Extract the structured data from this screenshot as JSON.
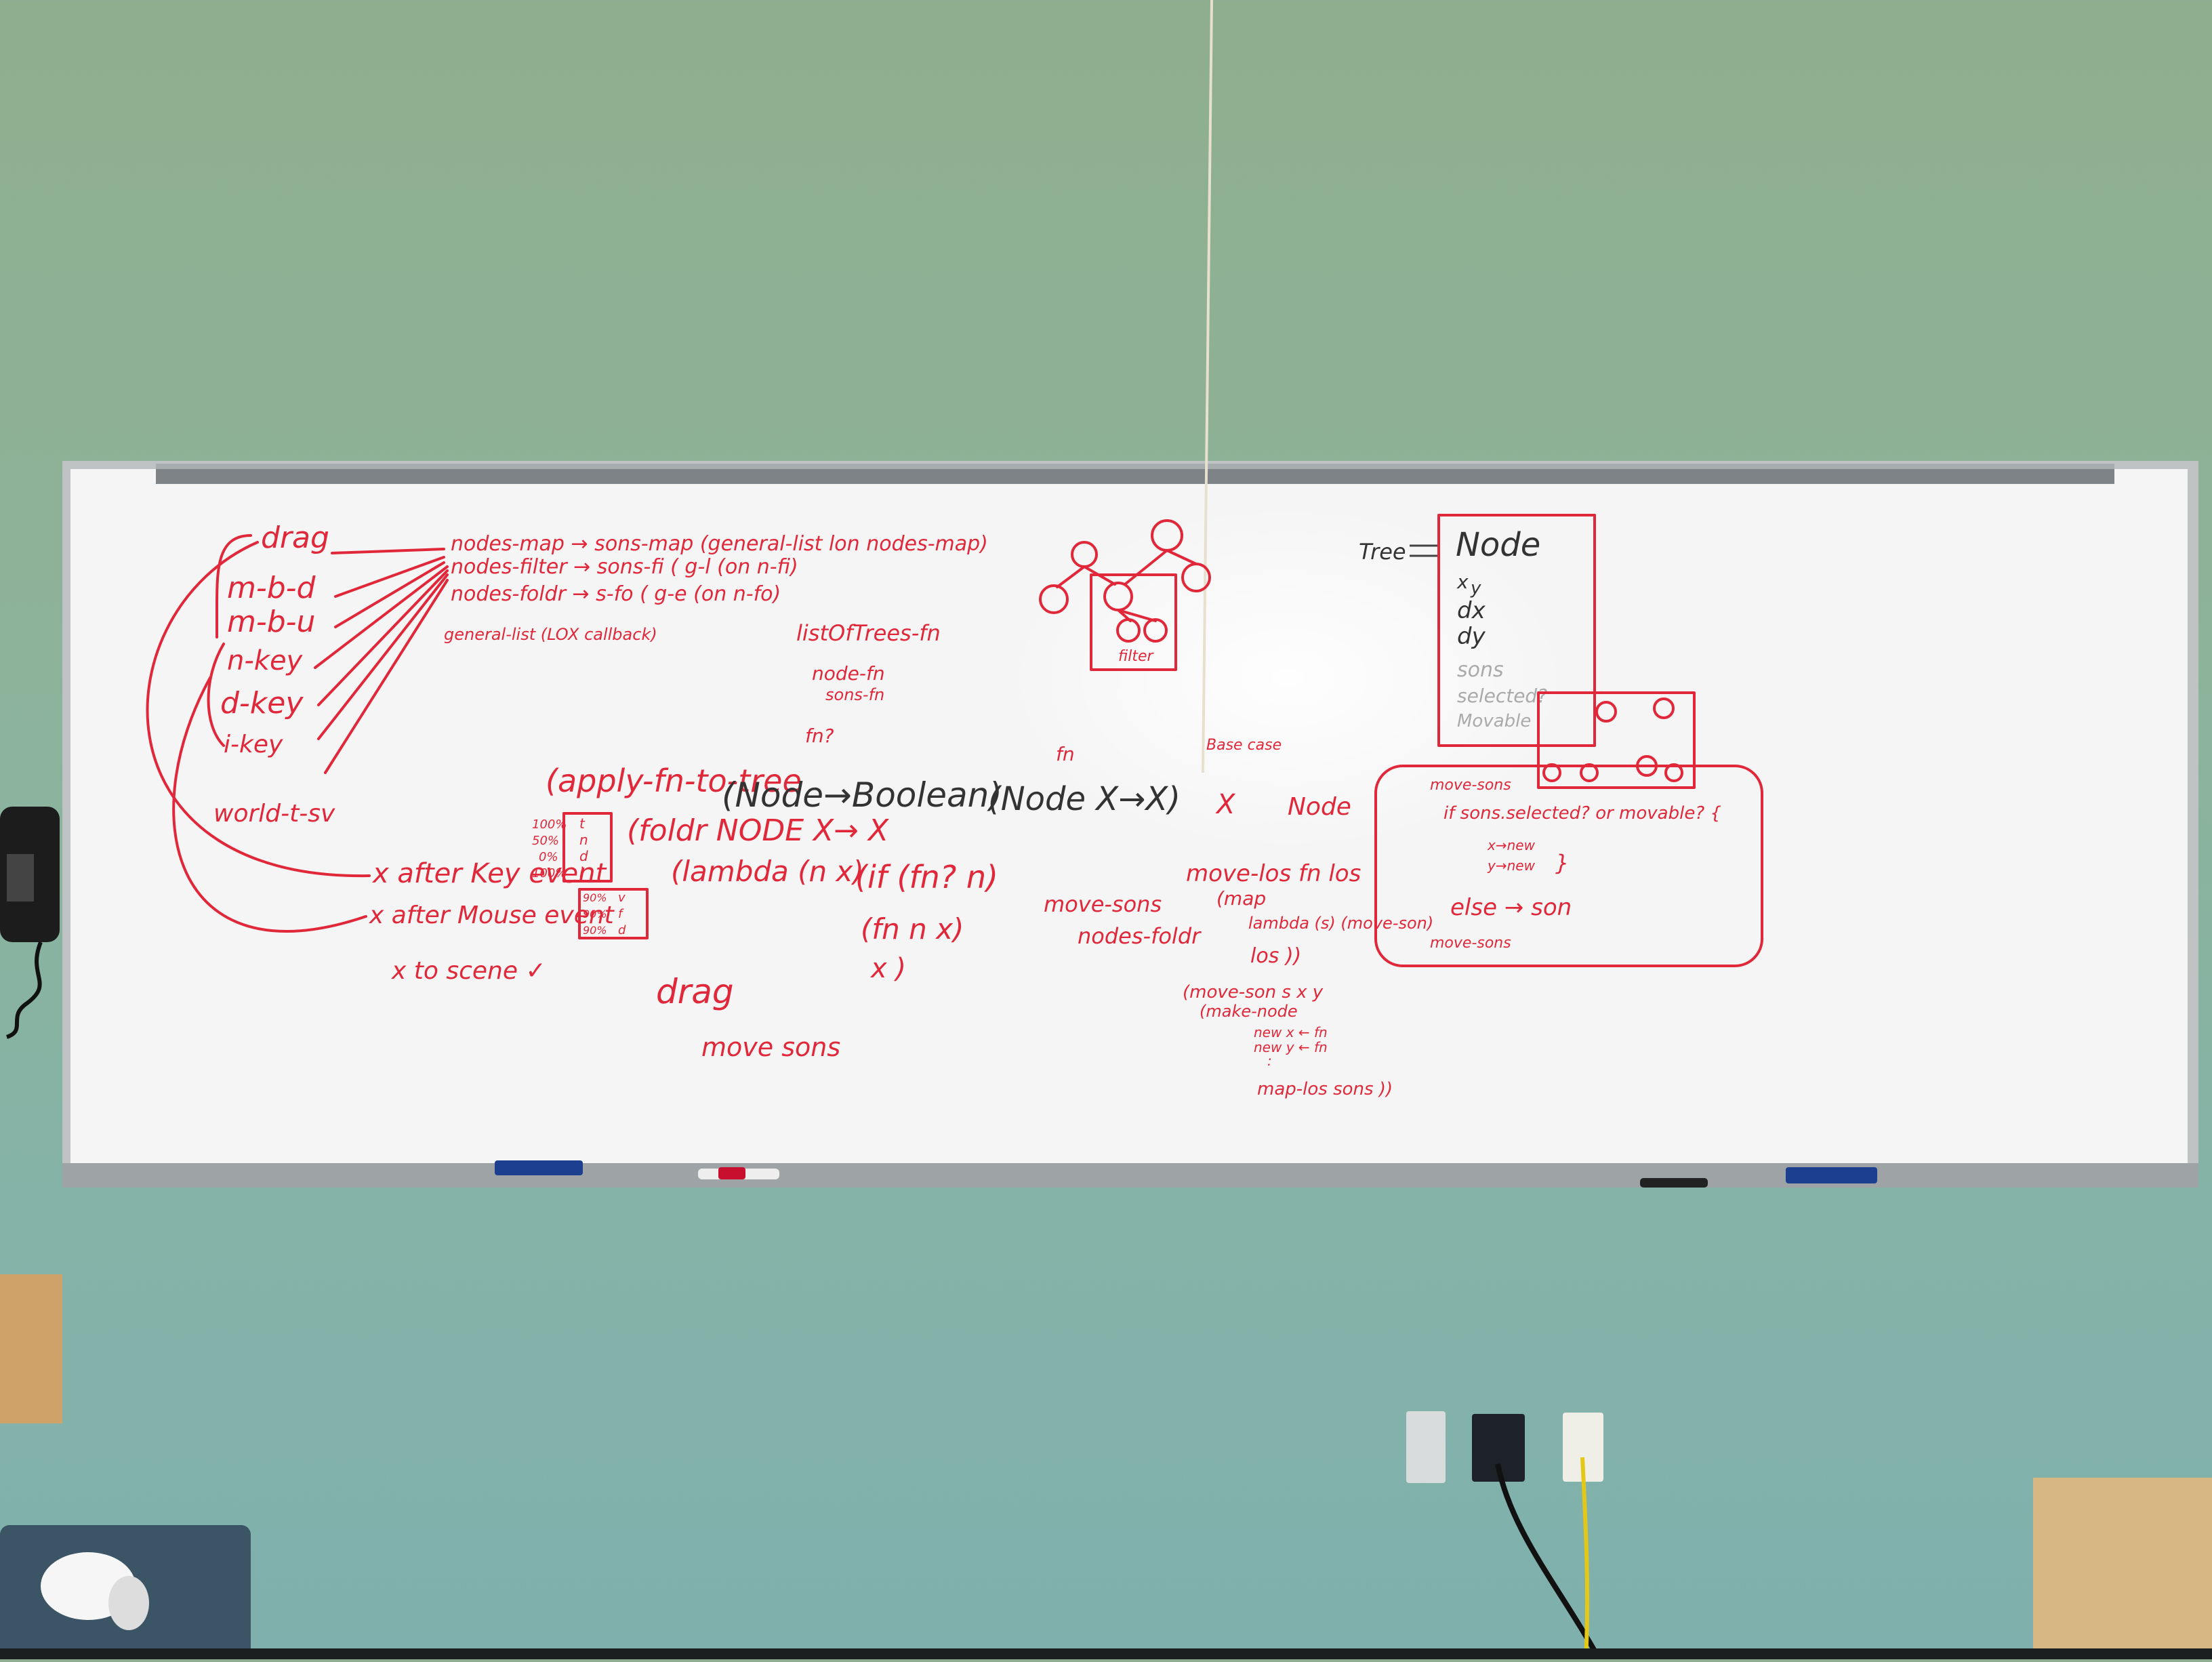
{
  "board": {
    "left_column": [
      "drag",
      "m-b-d",
      "m-b-u",
      "n-key",
      "d-key",
      "i-key",
      "world-t-sv"
    ],
    "functions": [
      "nodes-map → sons-map (general-list lon nodes-map)",
      "nodes-filter → sons-fi  ( g-l  (on n-fi)",
      "nodes-foldr → s-fo  ( g-e  (on n-fo)",
      "general-list (LOX callback)"
    ],
    "list_fns": [
      "listOfTrees-fn",
      "node-fn",
      "sons-fn",
      "fn?"
    ],
    "apply_line": "(apply-fn-to-tree",
    "signature": "(Node→Boolean)",
    "signature2": "(Node X→X)",
    "x_label": "X",
    "node_label": "Node",
    "fn_label": "fn",
    "base_case": "Base case",
    "filter_label": "filter",
    "foldr_line": "(foldr NODE X→ X",
    "lambda_line": "(lambda (n x)",
    "if_line": "(if (fn? n)",
    "fn_n_x": "(fn  n x)",
    "x_close": "x )",
    "move_sons": "move-sons",
    "nodes_foldr": "nodes-foldr",
    "drag": "drag",
    "move_sons2": "move sons",
    "after_key": "x after Key event",
    "after_mouse": "x after Mouse event",
    "x_to_scene": "x to  scene ✓",
    "table_pct": [
      "100%",
      "50%",
      "0%",
      "100%"
    ],
    "table_keys": [
      "t",
      "n",
      "d",
      "i"
    ],
    "table2_pct": [
      "90%",
      "90%",
      "90%"
    ],
    "table2_keys": [
      "v",
      "f",
      "d"
    ],
    "move_los": [
      "move-los  fn los",
      "(map",
      "lambda (s) (move-son)",
      "los ))"
    ],
    "make_son": [
      "(move-son s  x  y",
      "(make-node",
      "new x ← fn",
      "new y ← fn",
      ":",
      "map-los sons ))"
    ],
    "tree_def": [
      "Tree",
      "Node",
      "x",
      "y",
      "dx",
      "dy",
      "sons",
      "selected?",
      "Movable"
    ],
    "move_sons_box": [
      "move-sons",
      "if sons.selected? or movable? {",
      "x→new",
      "y→new",
      "}",
      "else → son",
      "move-sons"
    ]
  }
}
